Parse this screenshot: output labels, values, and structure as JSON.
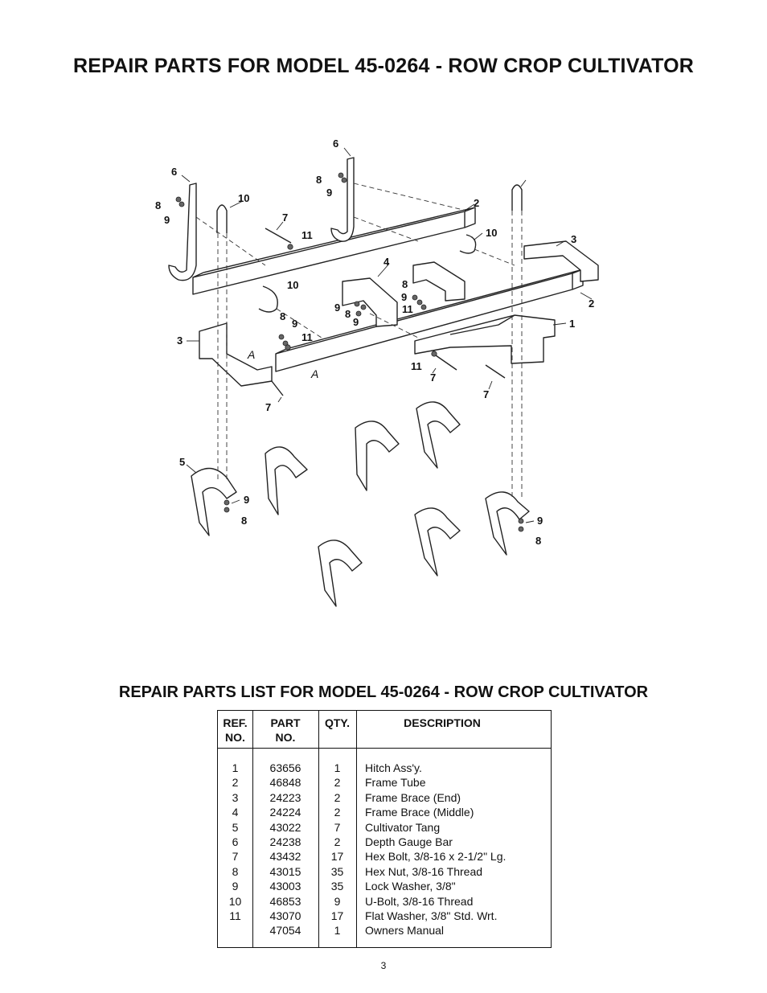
{
  "title": "REPAIR PARTS FOR MODEL 45-0264 - ROW CROP CULTIVATOR",
  "subtitle": "REPAIR PARTS LIST FOR MODEL 45-0264 - ROW CROP CULTIVATOR",
  "diagram_callouts": [
    "6",
    "8",
    "9",
    "10",
    "7",
    "11",
    "6",
    "8",
    "9",
    "2",
    "10",
    "3",
    "4",
    "8",
    "9",
    "11",
    "10",
    "9",
    "8",
    "9",
    "2",
    "1",
    "3",
    "8",
    "9",
    "11",
    "A",
    "A",
    "11",
    "7",
    "7",
    "7",
    "5",
    "9",
    "8",
    "9",
    "8"
  ],
  "table": {
    "headers": {
      "ref_line1": "REF.",
      "ref_line2": "NO.",
      "part_line1": "PART",
      "part_line2": "NO.",
      "qty": "QTY.",
      "description": "DESCRIPTION"
    },
    "rows": [
      {
        "ref": "1",
        "part": "63656",
        "qty": "1",
        "desc": "Hitch Ass'y."
      },
      {
        "ref": "2",
        "part": "46848",
        "qty": "2",
        "desc": "Frame Tube"
      },
      {
        "ref": "3",
        "part": "24223",
        "qty": "2",
        "desc": "Frame Brace (End)"
      },
      {
        "ref": "4",
        "part": "24224",
        "qty": "2",
        "desc": "Frame Brace (Middle)"
      },
      {
        "ref": "5",
        "part": "43022",
        "qty": "7",
        "desc": "Cultivator Tang"
      },
      {
        "ref": "6",
        "part": "24238",
        "qty": "2",
        "desc": "Depth Gauge Bar"
      },
      {
        "ref": "7",
        "part": "43432",
        "qty": "17",
        "desc": "Hex Bolt, 3/8-16 x 2-1/2\" Lg."
      },
      {
        "ref": "8",
        "part": "43015",
        "qty": "35",
        "desc": "Hex Nut, 3/8-16 Thread"
      },
      {
        "ref": "9",
        "part": "43003",
        "qty": "35",
        "desc": "Lock Washer, 3/8\""
      },
      {
        "ref": "10",
        "part": "46853",
        "qty": "9",
        "desc": "U-Bolt, 3/8-16 Thread"
      },
      {
        "ref": "11",
        "part": "43070",
        "qty": "17",
        "desc": "Flat Washer, 3/8\" Std. Wrt."
      },
      {
        "ref": "",
        "part": "47054",
        "qty": "1",
        "desc": "Owners Manual"
      }
    ]
  },
  "page_number": "3"
}
